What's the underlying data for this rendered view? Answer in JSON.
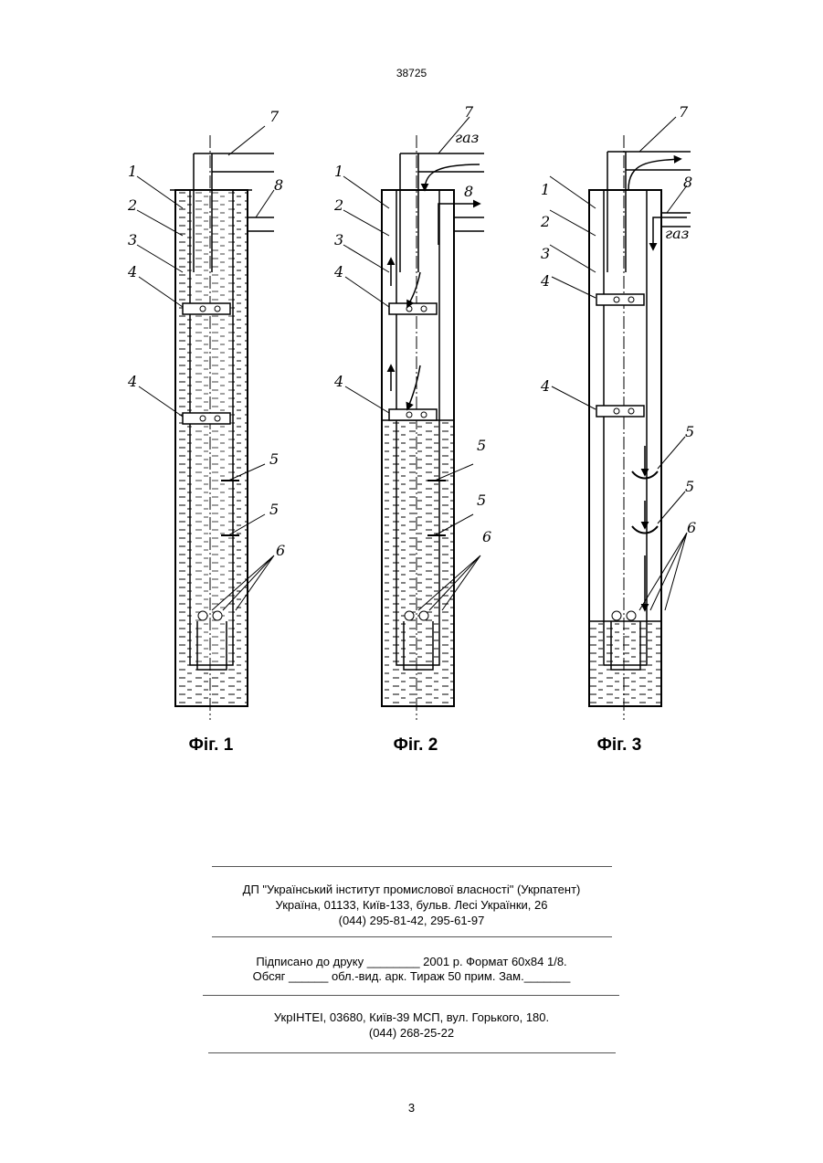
{
  "header": {
    "doc_number": "38725"
  },
  "figures": {
    "captions": [
      "Фіг. 1",
      "Фіг. 2",
      "Фіг. 3"
    ],
    "part_numbers": [
      "1",
      "2",
      "3",
      "4",
      "5",
      "6",
      "7",
      "8"
    ],
    "gas_label": "газ"
  },
  "footer": {
    "publisher_line1": "ДП \"Український інститут промислової власності\" (Укрпатент)",
    "publisher_line2": "Україна, 01133, Київ-133, бульв. Лесі Українки, 26",
    "publisher_line3": "(044) 295-81-42, 295-61-97",
    "print_line1": "Підписано до друку ________ 2001 р.    Формат 60х84 1/8.",
    "print_line2": "Обсяг ______ обл.-вид. арк.   Тираж 50 прим.    Зам._______",
    "printer_line1": "УкрІНТЕІ, 03680, Київ-39 МСП, вул. Горького, 180.",
    "printer_line2": "(044) 268-25-22"
  },
  "page_number": "3"
}
